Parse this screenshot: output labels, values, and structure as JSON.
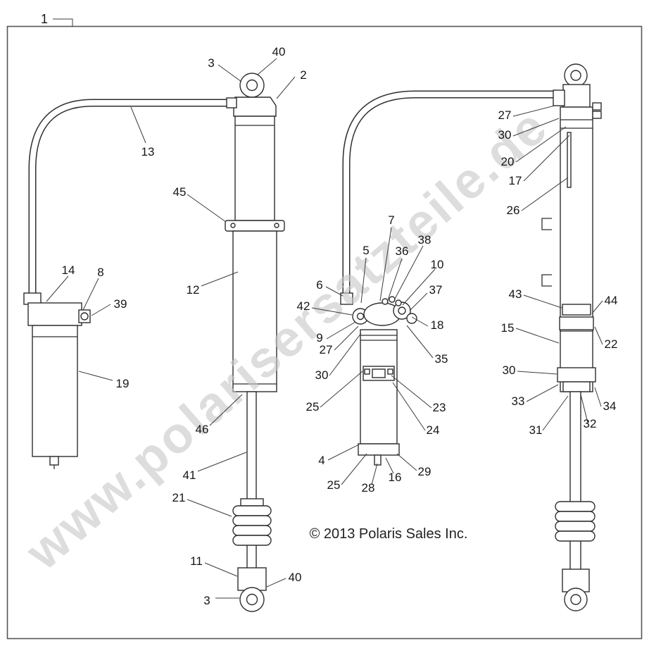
{
  "diagram": {
    "frame_label": "1",
    "watermark": "www.polarisersatzteile.de",
    "watermark_color": "#c8c8c8",
    "line_color": "#2e2e2e",
    "copyright": "© 2013 Polaris Sales Inc."
  },
  "callouts": {
    "left": {
      "c3": "3",
      "c40": "40",
      "c2": "2",
      "c13": "13",
      "c45": "45",
      "c12": "12",
      "c14": "14",
      "c8": "8",
      "c39": "39",
      "c19": "19",
      "c46": "46",
      "c41": "41",
      "c21": "21",
      "c11": "11",
      "c40b": "40",
      "c3b": "3"
    },
    "middle": {
      "c7": "7",
      "c5": "5",
      "c36": "36",
      "c38": "38",
      "c10": "10",
      "c37": "37",
      "c18": "18",
      "c35": "35",
      "c6": "6",
      "c42": "42",
      "c9": "9",
      "c27": "27",
      "c30": "30",
      "c25": "25",
      "c23": "23",
      "c24": "24",
      "c4": "4",
      "c25b": "25",
      "c28": "28",
      "c16": "16",
      "c29": "29"
    },
    "right": {
      "c27": "27",
      "c30": "30",
      "c20": "20",
      "c17": "17",
      "c26": "26",
      "c43": "43",
      "c44": "44",
      "c15": "15",
      "c22": "22",
      "c30b": "30",
      "c33": "33",
      "c34": "34",
      "c31": "31",
      "c32": "32"
    }
  }
}
